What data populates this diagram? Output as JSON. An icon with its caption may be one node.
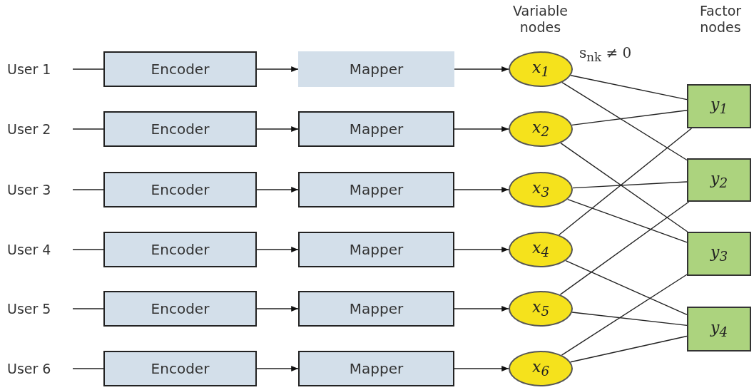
{
  "diagram": {
    "nodes": [
      {
        "text": [
          "User 1"
        ]
      },
      {
        "text": [
          "Encoder"
        ]
      },
      {
        "text": [
          "Mapper"
        ]
      },
      {
        "text": [
          "x$_{1}$"
        ]
      },
      {
        "text": [
          "User 2"
        ]
      },
      {
        "text": [
          "Encoder"
        ]
      },
      {
        "text": [
          "Mapper"
        ]
      },
      {
        "text": [
          "x$_{2}$"
        ]
      },
      {
        "text": [
          "User 3"
        ]
      },
      {
        "text": [
          "Encoder"
        ]
      },
      {
        "text": [
          "Mapper"
        ]
      },
      {
        "text": [
          "x$_{3}$"
        ]
      },
      {
        "text": [
          "User 4"
        ]
      },
      {
        "text": [
          "Encoder"
        ]
      },
      {
        "text": [
          "Mapper"
        ]
      },
      {
        "text": [
          "x$_{4}$"
        ]
      },
      {
        "text": [
          "User 5"
        ]
      },
      {
        "text": [
          "Encoder"
        ]
      },
      {
        "text": [
          "Mapper"
        ]
      },
      {
        "text": [
          "x$_{5}$"
        ]
      },
      {
        "text": [
          "User 6"
        ]
      },
      {
        "text": [
          "Encoder"
        ]
      },
      {
        "text": [
          "Mapper"
        ]
      },
      {
        "text": [
          "x$_{6}$"
        ]
      },
      {
        "text": [
          "y$_{1}$"
        ]
      },
      {
        "text": [
          "y$_{2}$"
        ]
      },
      {
        "text": [
          "y$_{3}$"
        ]
      },
      {
        "text": [
          "y$_{4}$"
        ]
      }
    ],
    "edges": [
      {
        "from": 0,
        "to": 1,
        "arrow": "none"
      },
      {
        "from": 1,
        "to": 2,
        "arrow": "to"
      },
      {
        "from": 2,
        "to": 3,
        "arrow": "to"
      },
      {
        "from": 4,
        "to": 5,
        "arrow": "none"
      },
      {
        "from": 5,
        "to": 6,
        "arrow": "to"
      },
      {
        "from": 6,
        "to": 7,
        "arrow": "to"
      },
      {
        "from": 8,
        "to": 9,
        "arrow": "none"
      },
      {
        "from": 9,
        "to": 10,
        "arrow": "to"
      },
      {
        "from": 10,
        "to": 11,
        "arrow": "to"
      },
      {
        "from": 12,
        "to": 13,
        "arrow": "none"
      },
      {
        "from": 13,
        "to": 14,
        "arrow": "to"
      },
      {
        "from": 14,
        "to": 15,
        "arrow": "to"
      },
      {
        "from": 16,
        "to": 17,
        "arrow": "none"
      },
      {
        "from": 17,
        "to": 18,
        "arrow": "to"
      },
      {
        "from": 18,
        "to": 19,
        "arrow": "to"
      },
      {
        "from": 20,
        "to": 21,
        "arrow": "none"
      },
      {
        "from": 21,
        "to": 22,
        "arrow": "to"
      },
      {
        "from": 22,
        "to": 23,
        "arrow": "to"
      },
      {
        "from": 3,
        "to": 24,
        "arrow": "none"
      },
      {
        "from": 3,
        "to": 25,
        "arrow": "none"
      },
      {
        "from": 7,
        "to": 24,
        "arrow": "none"
      },
      {
        "from": 7,
        "to": 26,
        "arrow": "none"
      },
      {
        "from": 11,
        "to": 25,
        "arrow": "none"
      },
      {
        "from": 11,
        "to": 26,
        "arrow": "none"
      },
      {
        "from": 15,
        "to": 24,
        "arrow": "none"
      },
      {
        "from": 15,
        "to": 27,
        "arrow": "none"
      },
      {
        "from": 19,
        "to": 25,
        "arrow": "none"
      },
      {
        "from": 19,
        "to": 27,
        "arrow": "none"
      },
      {
        "from": 23,
        "to": 26,
        "arrow": "none"
      },
      {
        "from": 23,
        "to": 27,
        "arrow": "none"
      }
    ],
    "labels": [
      "Variable nodes",
      "Factor nodes",
      "s$_{nk}$ ≠ 0"
    ]
  }
}
